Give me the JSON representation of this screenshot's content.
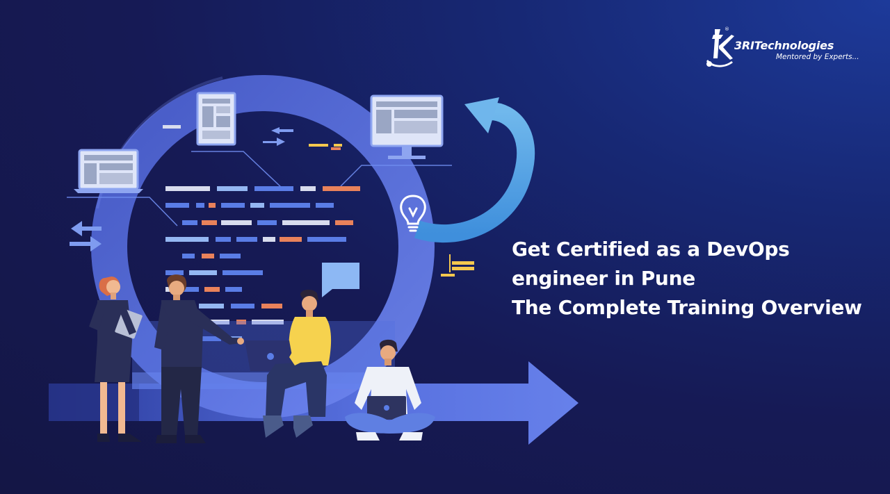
{
  "brand": {
    "name": "3RITechnologies",
    "tagline": "Mentored by Experts...",
    "registered_mark": "®",
    "logo_icon": "3ri-k-logo-icon"
  },
  "headline": {
    "line1": "Get Certified as a DevOps",
    "line2": "engineer in Pune",
    "line3": "The Complete Training Overview"
  },
  "colors": {
    "background_dark": "#141645",
    "background_accent": "#1d3a9a",
    "cycle_blue": "#5b77e8",
    "arrow_light_blue": "#62aae6",
    "accent_orange": "#e9825b",
    "accent_yellow": "#f5c84e",
    "headline_text": "#ffffff"
  },
  "illustration": {
    "icons": [
      "laptop-icon",
      "document-icon",
      "monitor-icon",
      "lightbulb-icon",
      "chat-bubble-icon",
      "swap-arrows-icon",
      "cycle-arrow-icon",
      "forward-arrow-icon"
    ],
    "people": [
      "woman-with-tablet",
      "man-in-suit-pointing",
      "man-with-laptop-sitting",
      "man-cross-legged-with-laptop"
    ]
  }
}
